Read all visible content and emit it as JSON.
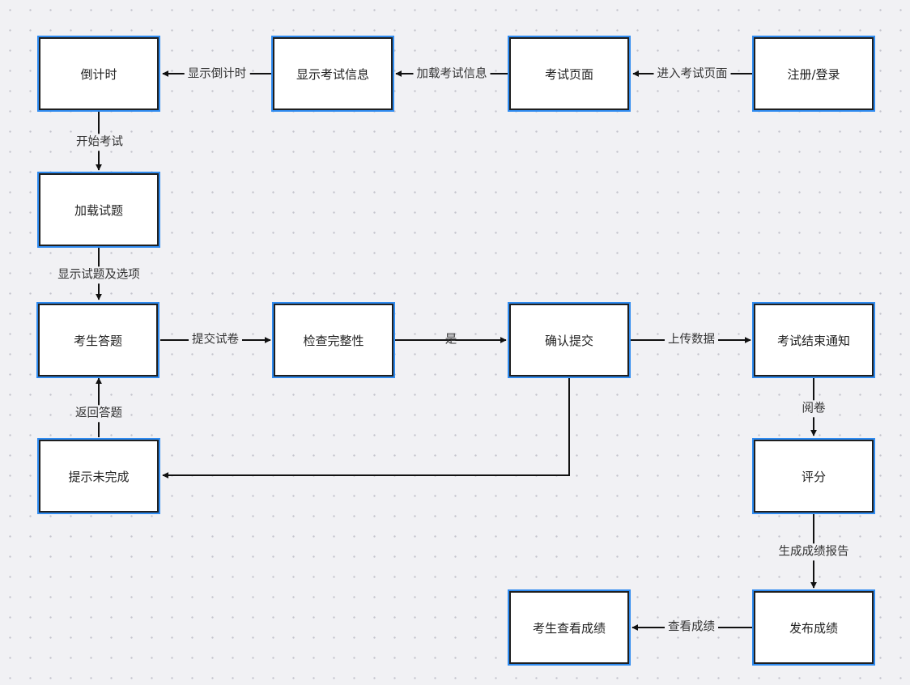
{
  "diagram": {
    "nodes": {
      "countdown": "倒计时",
      "show_exam_info": "显示考试信息",
      "exam_page": "考试页面",
      "register_login": "注册/登录",
      "load_questions": "加载试题",
      "answering": "考生答题",
      "check_integrity": "检查完整性",
      "confirm_submit": "确认提交",
      "exam_end_notice": "考试结束通知",
      "prompt_incomplete": "提示未完成",
      "grading": "评分",
      "publish_scores": "发布成绩",
      "view_scores": "考生查看成绩"
    },
    "edges": {
      "login_to_exam": "进入考试页面",
      "exam_to_info": "加载考试信息",
      "info_to_countdown": "显示倒计时",
      "countdown_to_load": "开始考试",
      "load_to_answer": "显示试题及选项",
      "answer_to_check": "提交试卷",
      "check_to_confirm": "是",
      "confirm_to_notice": "上传数据",
      "notice_to_grading": "阅卷",
      "grading_to_publish": "生成成绩报告",
      "publish_to_view": "查看成绩",
      "prompt_to_answer": "返回答题"
    }
  }
}
